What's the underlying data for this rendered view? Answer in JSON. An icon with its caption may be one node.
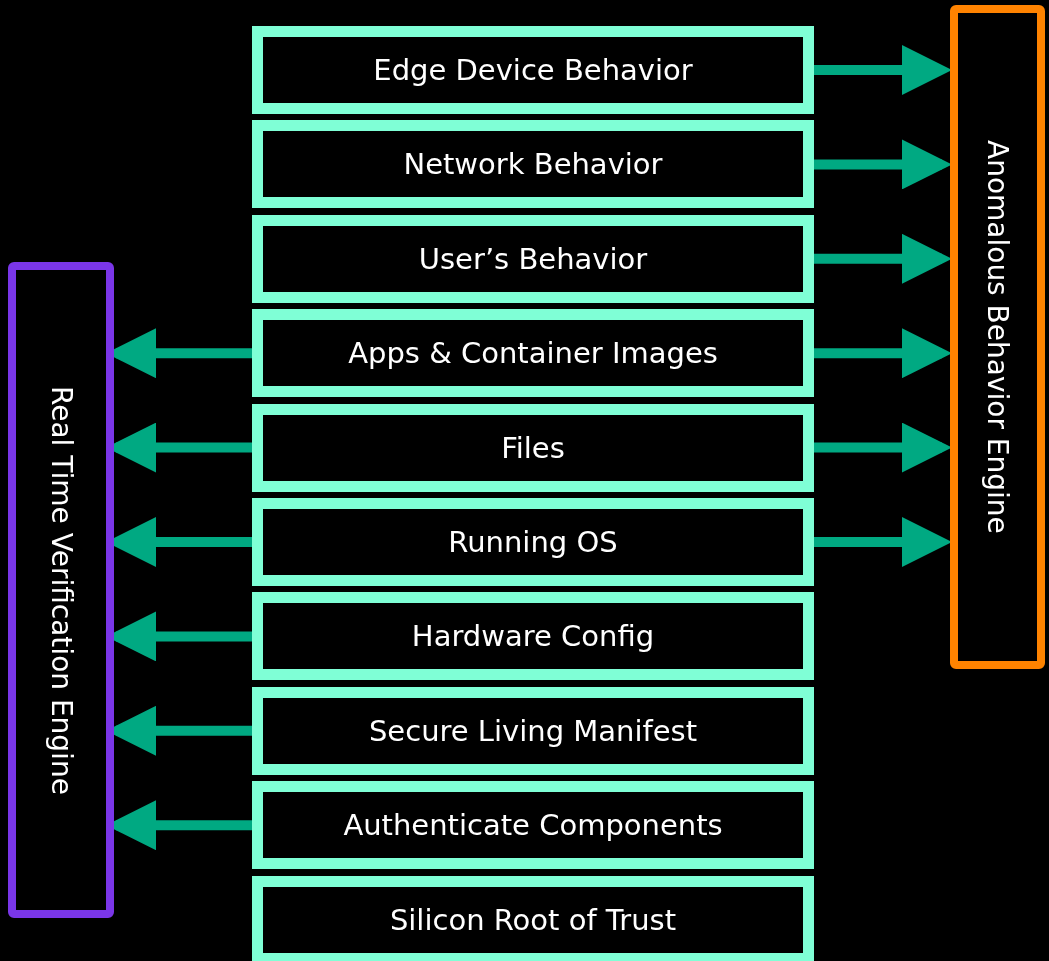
{
  "diagram": {
    "nodes": [
      {
        "text": [
          "Real Time Verification Engine"
        ]
      },
      {
        "text": [
          "Edge Device Behavior"
        ]
      },
      {
        "text": [
          "Network Behavior"
        ]
      },
      {
        "text": [
          "User’s Behavior"
        ]
      },
      {
        "text": [
          "Apps & Container Images"
        ]
      },
      {
        "text": [
          "Files"
        ]
      },
      {
        "text": [
          "Running OS"
        ]
      },
      {
        "text": [
          "Hardware Config"
        ]
      },
      {
        "text": [
          "Secure Living Manifest"
        ]
      },
      {
        "text": [
          "Authenticate Components"
        ]
      },
      {
        "text": [
          "Silicon Root of Trust"
        ]
      },
      {
        "text": [
          "Anomalous Behavior Engine"
        ]
      }
    ],
    "edges": [
      {
        "from": 1,
        "to": 11,
        "arrow": "to"
      },
      {
        "from": 2,
        "to": 11,
        "arrow": "to"
      },
      {
        "from": 3,
        "to": 11,
        "arrow": "to"
      },
      {
        "from": 4,
        "to": 11,
        "arrow": "to"
      },
      {
        "from": 5,
        "to": 11,
        "arrow": "to"
      },
      {
        "from": 6,
        "to": 11,
        "arrow": "to"
      },
      {
        "from": 4,
        "to": 0,
        "arrow": "to"
      },
      {
        "from": 5,
        "to": 0,
        "arrow": "to"
      },
      {
        "from": 6,
        "to": 0,
        "arrow": "to"
      },
      {
        "from": 7,
        "to": 0,
        "arrow": "to"
      },
      {
        "from": 8,
        "to": 0,
        "arrow": "to"
      },
      {
        "from": 9,
        "to": 0,
        "arrow": "to"
      }
    ]
  }
}
